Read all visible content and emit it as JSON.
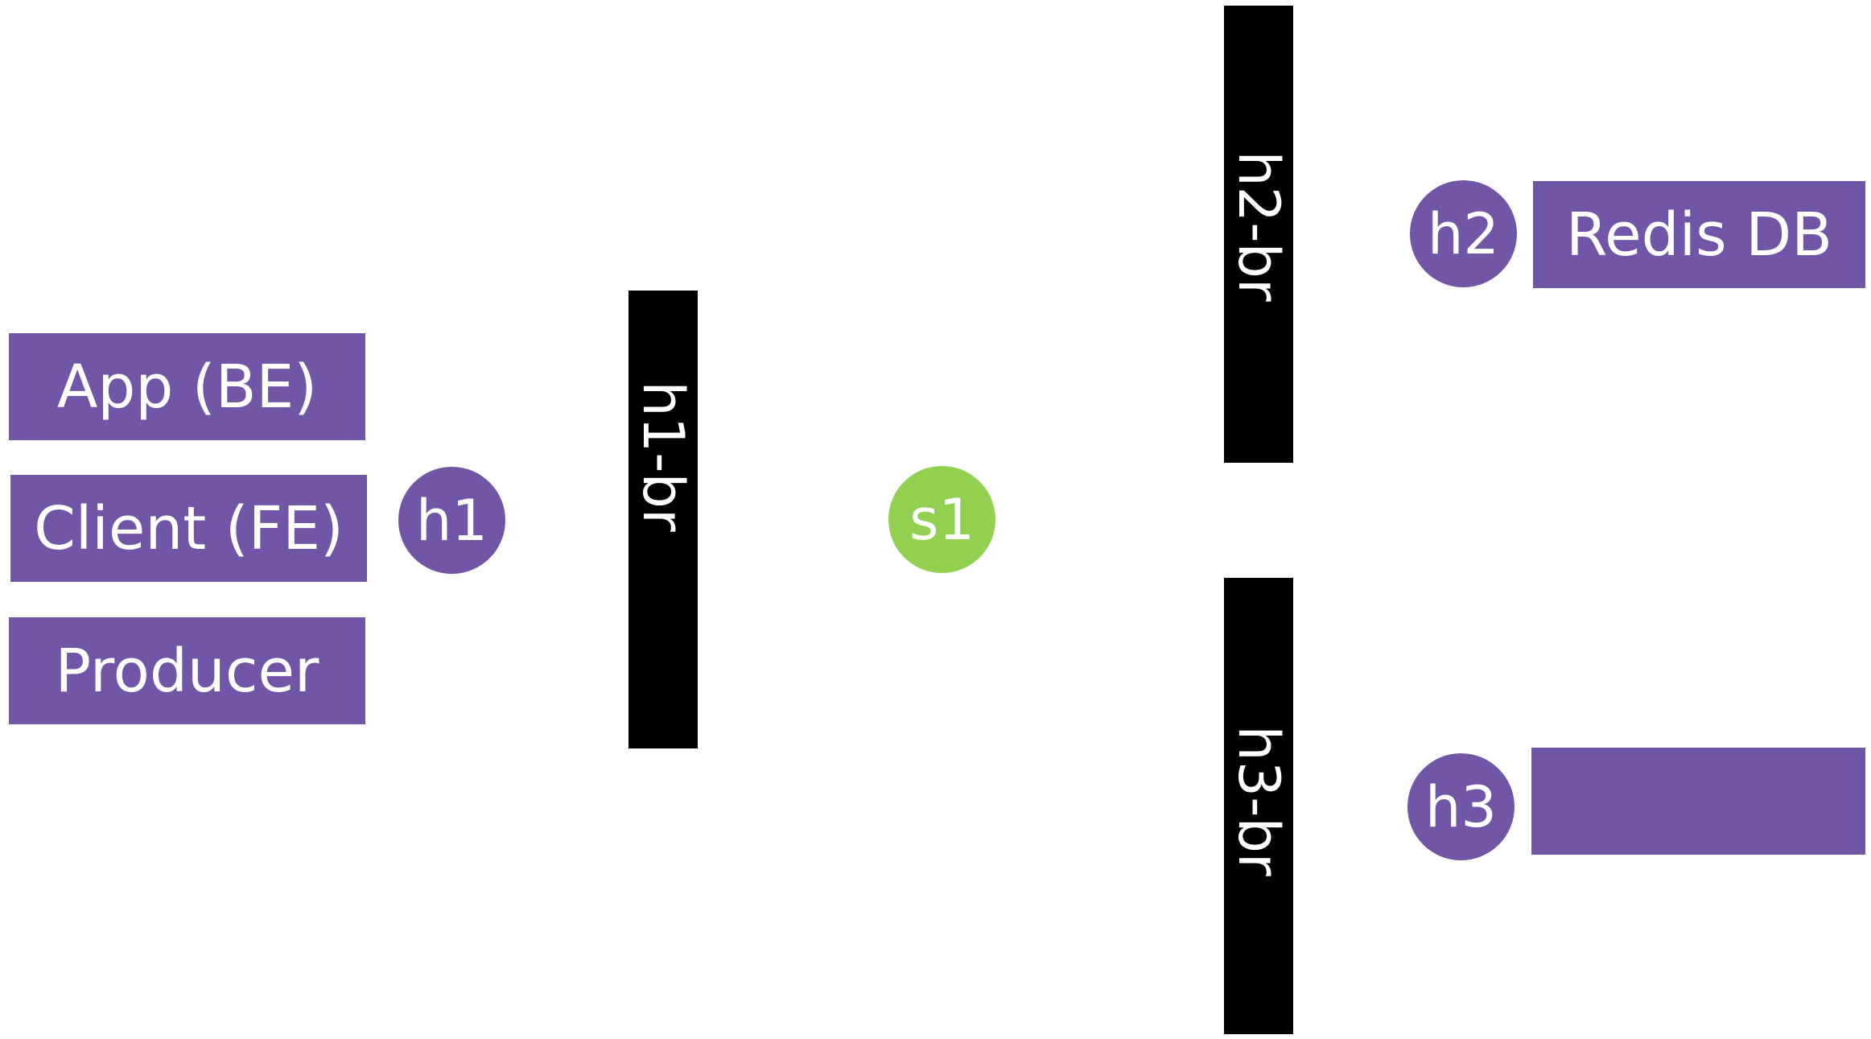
{
  "diagram": {
    "colors": {
      "service_fill": "#7155a7",
      "host_fill": "#7155a7",
      "switch_fill": "#92d050",
      "bridge_fill": "#000000",
      "text": "#ffffff"
    },
    "services_h1": [
      "App (BE)",
      "Client (FE)",
      "Producer"
    ],
    "service_h2": "Redis DB",
    "service_h3": "",
    "hosts": [
      "h1",
      "h2",
      "h3"
    ],
    "switch": "s1",
    "bridges": [
      "h1-br",
      "h2-br",
      "h3-br"
    ]
  }
}
